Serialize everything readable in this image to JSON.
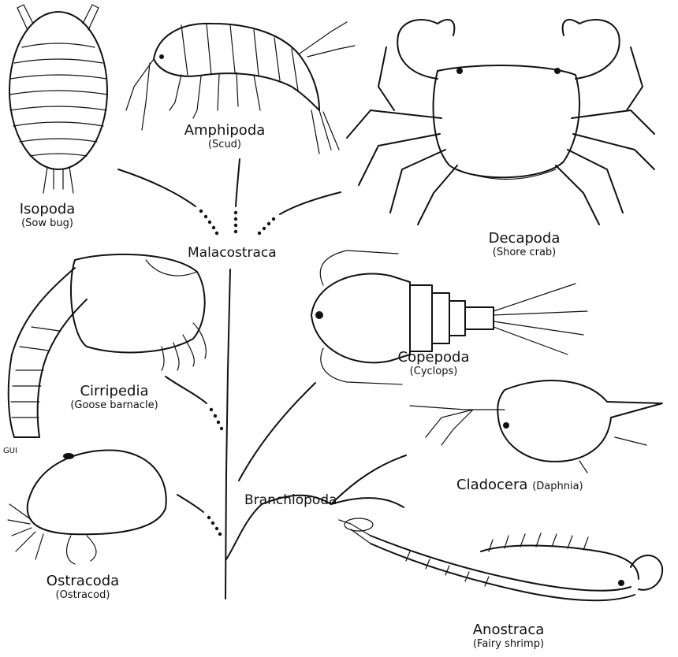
{
  "nodes": {
    "malacostraca": "Malacostraca",
    "branchiopoda": "Branchiopoda"
  },
  "taxa": {
    "isopoda": {
      "name": "Isopoda",
      "common": "(Sow bug)"
    },
    "amphipoda": {
      "name": "Amphipoda",
      "common": "(Scud)"
    },
    "decapoda": {
      "name": "Decapoda",
      "common": "(Shore crab)"
    },
    "cirripedia": {
      "name": "Cirripedia",
      "common": "(Goose barnacle)"
    },
    "copepoda": {
      "name": "Copepoda",
      "common": "(Cyclops)"
    },
    "cladocera": {
      "name": "Cladocera",
      "common": "(Daphnia)"
    },
    "ostracoda": {
      "name": "Ostracoda",
      "common": "(Ostracod)"
    },
    "anostraca": {
      "name": "Anostraca",
      "common": "(Fairy shrimp)"
    }
  },
  "artist_mark": "GUI"
}
